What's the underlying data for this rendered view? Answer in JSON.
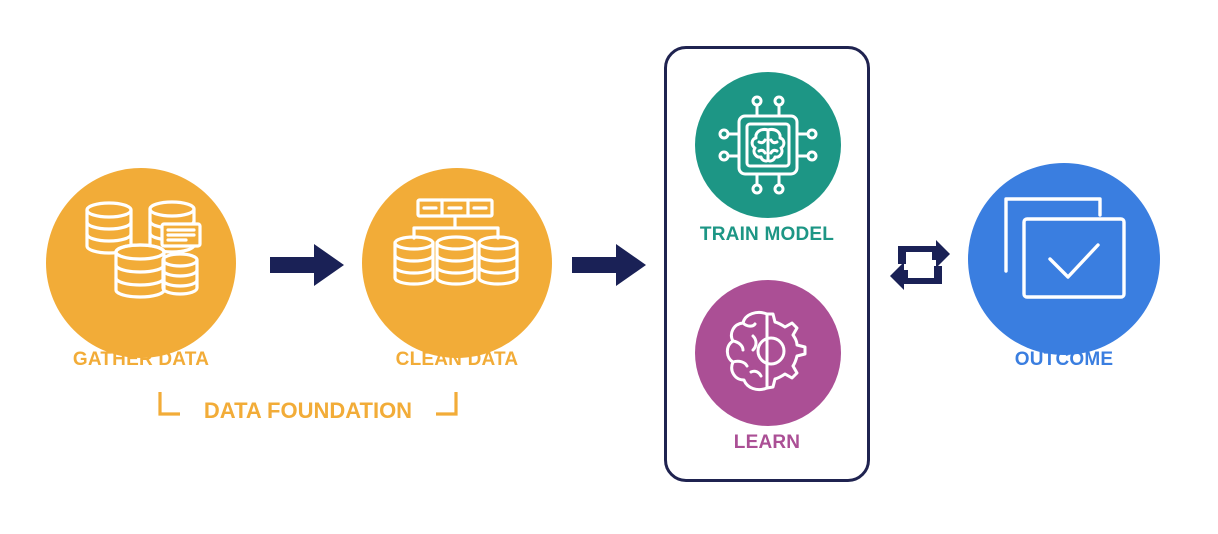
{
  "colors": {
    "orange": "#f2ac38",
    "teal": "#1d9685",
    "purple": "#ab4f95",
    "blue": "#3a7ee0",
    "navy": "#1a2156",
    "white": "#ffffff"
  },
  "icons": {
    "gather": "database-stack-icon",
    "clean": "database-cluster-icon",
    "train": "ai-chip-brain-icon",
    "learn": "brain-gear-icon",
    "outcome": "windows-checkmark-icon",
    "cycle": "cycle-arrows-icon"
  },
  "steps": {
    "gather": {
      "label": "GATHER DATA"
    },
    "clean": {
      "label": "CLEAN DATA"
    },
    "train": {
      "label": "TRAIN MODEL"
    },
    "learn": {
      "label": "LEARN"
    },
    "outcome": {
      "label": "OUTCOME"
    }
  },
  "foundation": {
    "label": "DATA FOUNDATION"
  }
}
